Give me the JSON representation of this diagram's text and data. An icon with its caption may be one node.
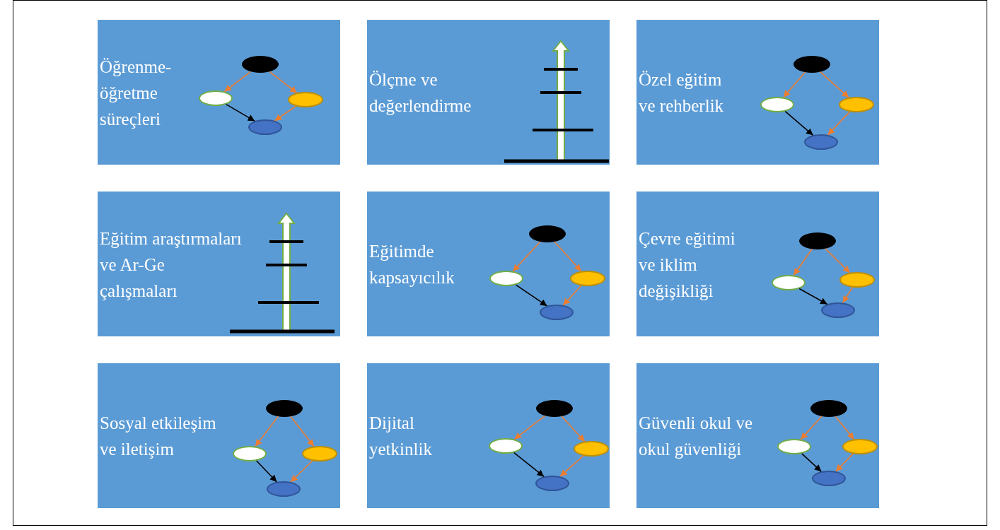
{
  "diagram": {
    "nodes": [
      {
        "text": [
          "Öğrenme-öğretme süreçleri"
        ]
      },
      {
        "text": [],
        "shape": "ellipse",
        "in": 0
      },
      {
        "text": [],
        "shape": "ellipse",
        "in": 0
      },
      {
        "text": [],
        "shape": "ellipse",
        "in": 0
      },
      {
        "text": [],
        "shape": "ellipse",
        "in": 0
      },
      {
        "text": [
          "Ölçme ve değerlendirme"
        ]
      },
      {
        "text": [
          "Özel eğitim ve rehberlik"
        ]
      },
      {
        "text": [],
        "shape": "ellipse",
        "in": 6
      },
      {
        "text": [],
        "shape": "ellipse",
        "in": 6
      },
      {
        "text": [],
        "shape": "ellipse",
        "in": 6
      },
      {
        "text": [],
        "shape": "ellipse",
        "in": 6
      },
      {
        "text": [
          "Eğitim araştırmaları ve Ar-Ge çalışmaları"
        ]
      },
      {
        "text": [
          "Eğitimde kapsayıcılık"
        ]
      },
      {
        "text": [],
        "shape": "ellipse",
        "in": 12
      },
      {
        "text": [],
        "shape": "ellipse",
        "in": 12
      },
      {
        "text": [],
        "shape": "ellipse",
        "in": 12
      },
      {
        "text": [],
        "shape": "ellipse",
        "in": 12
      },
      {
        "text": [
          "Çevre eğitimi ve iklim değişikliği"
        ]
      },
      {
        "text": [],
        "shape": "ellipse",
        "in": 17
      },
      {
        "text": [],
        "shape": "ellipse",
        "in": 17
      },
      {
        "text": [],
        "shape": "ellipse",
        "in": 17
      },
      {
        "text": [],
        "shape": "ellipse",
        "in": 17
      },
      {
        "text": [
          "Sosyal etkileşim ve iletişim"
        ]
      },
      {
        "text": [],
        "shape": "ellipse",
        "in": 22
      },
      {
        "text": [],
        "shape": "ellipse",
        "in": 22
      },
      {
        "text": [],
        "shape": "ellipse",
        "in": 22
      },
      {
        "text": [],
        "shape": "ellipse",
        "in": 22
      },
      {
        "text": [
          "Dijital yetkinlik"
        ]
      },
      {
        "text": [],
        "shape": "ellipse",
        "in": 27
      },
      {
        "text": [],
        "shape": "ellipse",
        "in": 27
      },
      {
        "text": [],
        "shape": "ellipse",
        "in": 27
      },
      {
        "text": [],
        "shape": "ellipse",
        "in": 27
      },
      {
        "text": [
          "Güvenli okul ve okul güvenliği"
        ]
      },
      {
        "text": [],
        "shape": "ellipse",
        "in": 32
      },
      {
        "text": [],
        "shape": "ellipse",
        "in": 32
      },
      {
        "text": [],
        "shape": "ellipse",
        "in": 32
      },
      {
        "text": [],
        "shape": "ellipse",
        "in": 32
      }
    ],
    "edges": [
      {
        "from": 1,
        "to": 2,
        "arrow": "to"
      },
      {
        "from": 1,
        "to": 3,
        "arrow": "to"
      },
      {
        "from": 2,
        "to": 4,
        "arrow": "to",
        "color": "#000000"
      },
      {
        "from": 3,
        "to": 4,
        "arrow": "to"
      },
      {
        "from": 7,
        "to": 8,
        "arrow": "to"
      },
      {
        "from": 7,
        "to": 9,
        "arrow": "to"
      },
      {
        "from": 8,
        "to": 10,
        "arrow": "to",
        "color": "#000000"
      },
      {
        "from": 9,
        "to": 10,
        "arrow": "to"
      },
      {
        "from": 13,
        "to": 14,
        "arrow": "to"
      },
      {
        "from": 13,
        "to": 15,
        "arrow": "to"
      },
      {
        "from": 14,
        "to": 16,
        "arrow": "to",
        "color": "#000000"
      },
      {
        "from": 15,
        "to": 16,
        "arrow": "to"
      },
      {
        "from": 18,
        "to": 19,
        "arrow": "to"
      },
      {
        "from": 18,
        "to": 20,
        "arrow": "to"
      },
      {
        "from": 19,
        "to": 21,
        "arrow": "to",
        "color": "#000000"
      },
      {
        "from": 20,
        "to": 21,
        "arrow": "to"
      },
      {
        "from": 23,
        "to": 24,
        "arrow": "to"
      },
      {
        "from": 23,
        "to": 25,
        "arrow": "to"
      },
      {
        "from": 24,
        "to": 26,
        "arrow": "to",
        "color": "#000000"
      },
      {
        "from": 25,
        "to": 26,
        "arrow": "to"
      },
      {
        "from": 28,
        "to": 29,
        "arrow": "to"
      },
      {
        "from": 28,
        "to": 30,
        "arrow": "to"
      },
      {
        "from": 29,
        "to": 31,
        "arrow": "to",
        "color": "#000000"
      },
      {
        "from": 30,
        "to": 31,
        "arrow": "to"
      },
      {
        "from": 33,
        "to": 34,
        "arrow": "to"
      },
      {
        "from": 33,
        "to": 35,
        "arrow": "to"
      },
      {
        "from": 34,
        "to": 36,
        "arrow": "to",
        "color": "#000000"
      },
      {
        "from": 35,
        "to": 36,
        "arrow": "to"
      }
    ]
  }
}
